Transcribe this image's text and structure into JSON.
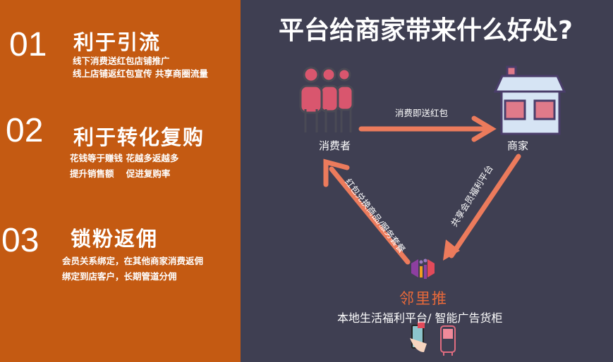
{
  "benefits": [
    {
      "num": "01",
      "title": "利于引流",
      "lines": [
        "线下消费送红包店铺推广",
        "线上店铺返红包宣传  共享商圈流量"
      ]
    },
    {
      "num": "02",
      "title": "利于转化复购",
      "lines": [
        "花钱等于赚钱  花越多返越多",
        "提升销售额    促进复购率"
      ]
    },
    {
      "num": "03",
      "title": "锁粉返佣",
      "lines": [
        "会员关系绑定，在其他商家消费返佣",
        "绑定到店客户，长期管道分佣"
      ]
    }
  ],
  "diagram": {
    "title": "平台给商家带来什么好处?",
    "consumer": "消费者",
    "merchant": "商家",
    "arrow_top": "消费即送红包",
    "arrow_right": "共享会员福利平台",
    "arrow_left": "红包兑换商品/服务套餐",
    "brand": "邻里推",
    "platform": "本地生活福利平台/ 智能广告货柜"
  },
  "colors": {
    "left_bg": "#c45a12",
    "right_bg": "#3f3f52",
    "arrow": "#ec7b5c",
    "brand": "#e8693a"
  }
}
